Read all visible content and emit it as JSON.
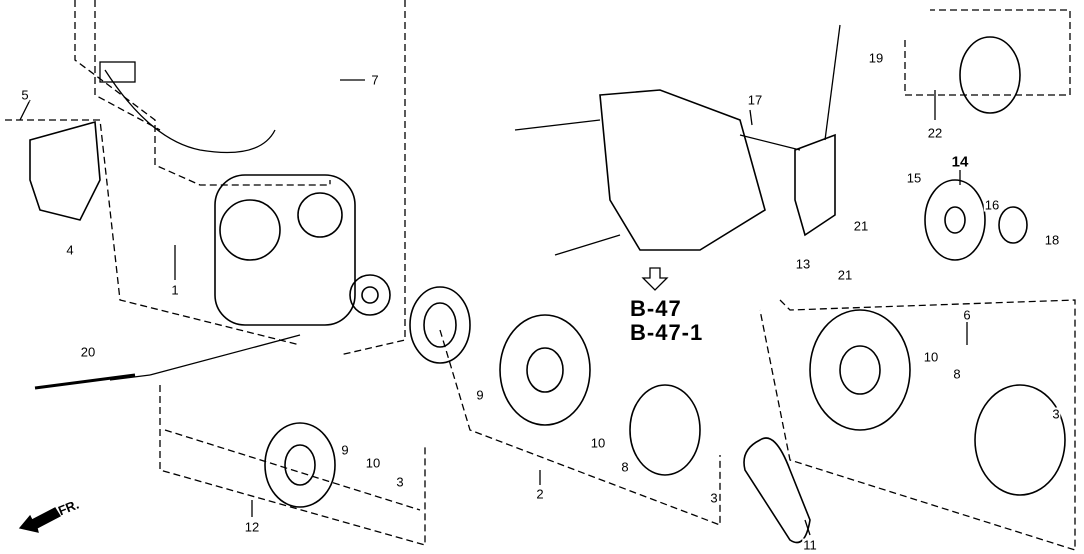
{
  "callouts": {
    "c5": "5",
    "c7": "7",
    "c4": "4",
    "c1": "1",
    "c20": "20",
    "c12": "12",
    "c9a": "9",
    "c10a": "10",
    "c3a": "3",
    "c2": "2",
    "c9b": "9",
    "c10b": "10",
    "c8b": "8",
    "c3b": "3",
    "c17": "17",
    "c19": "19",
    "c22": "22",
    "c14": "14",
    "c15": "15",
    "c16": "16",
    "c18": "18",
    "c21a": "21",
    "c21b": "21",
    "c13": "13",
    "c6": "6",
    "c10c": "10",
    "c8c": "8",
    "c3c": "3",
    "c11": "11"
  },
  "references": {
    "ref1": "B-47",
    "ref2": "B-47-1"
  },
  "direction": {
    "front_label": "FR."
  }
}
